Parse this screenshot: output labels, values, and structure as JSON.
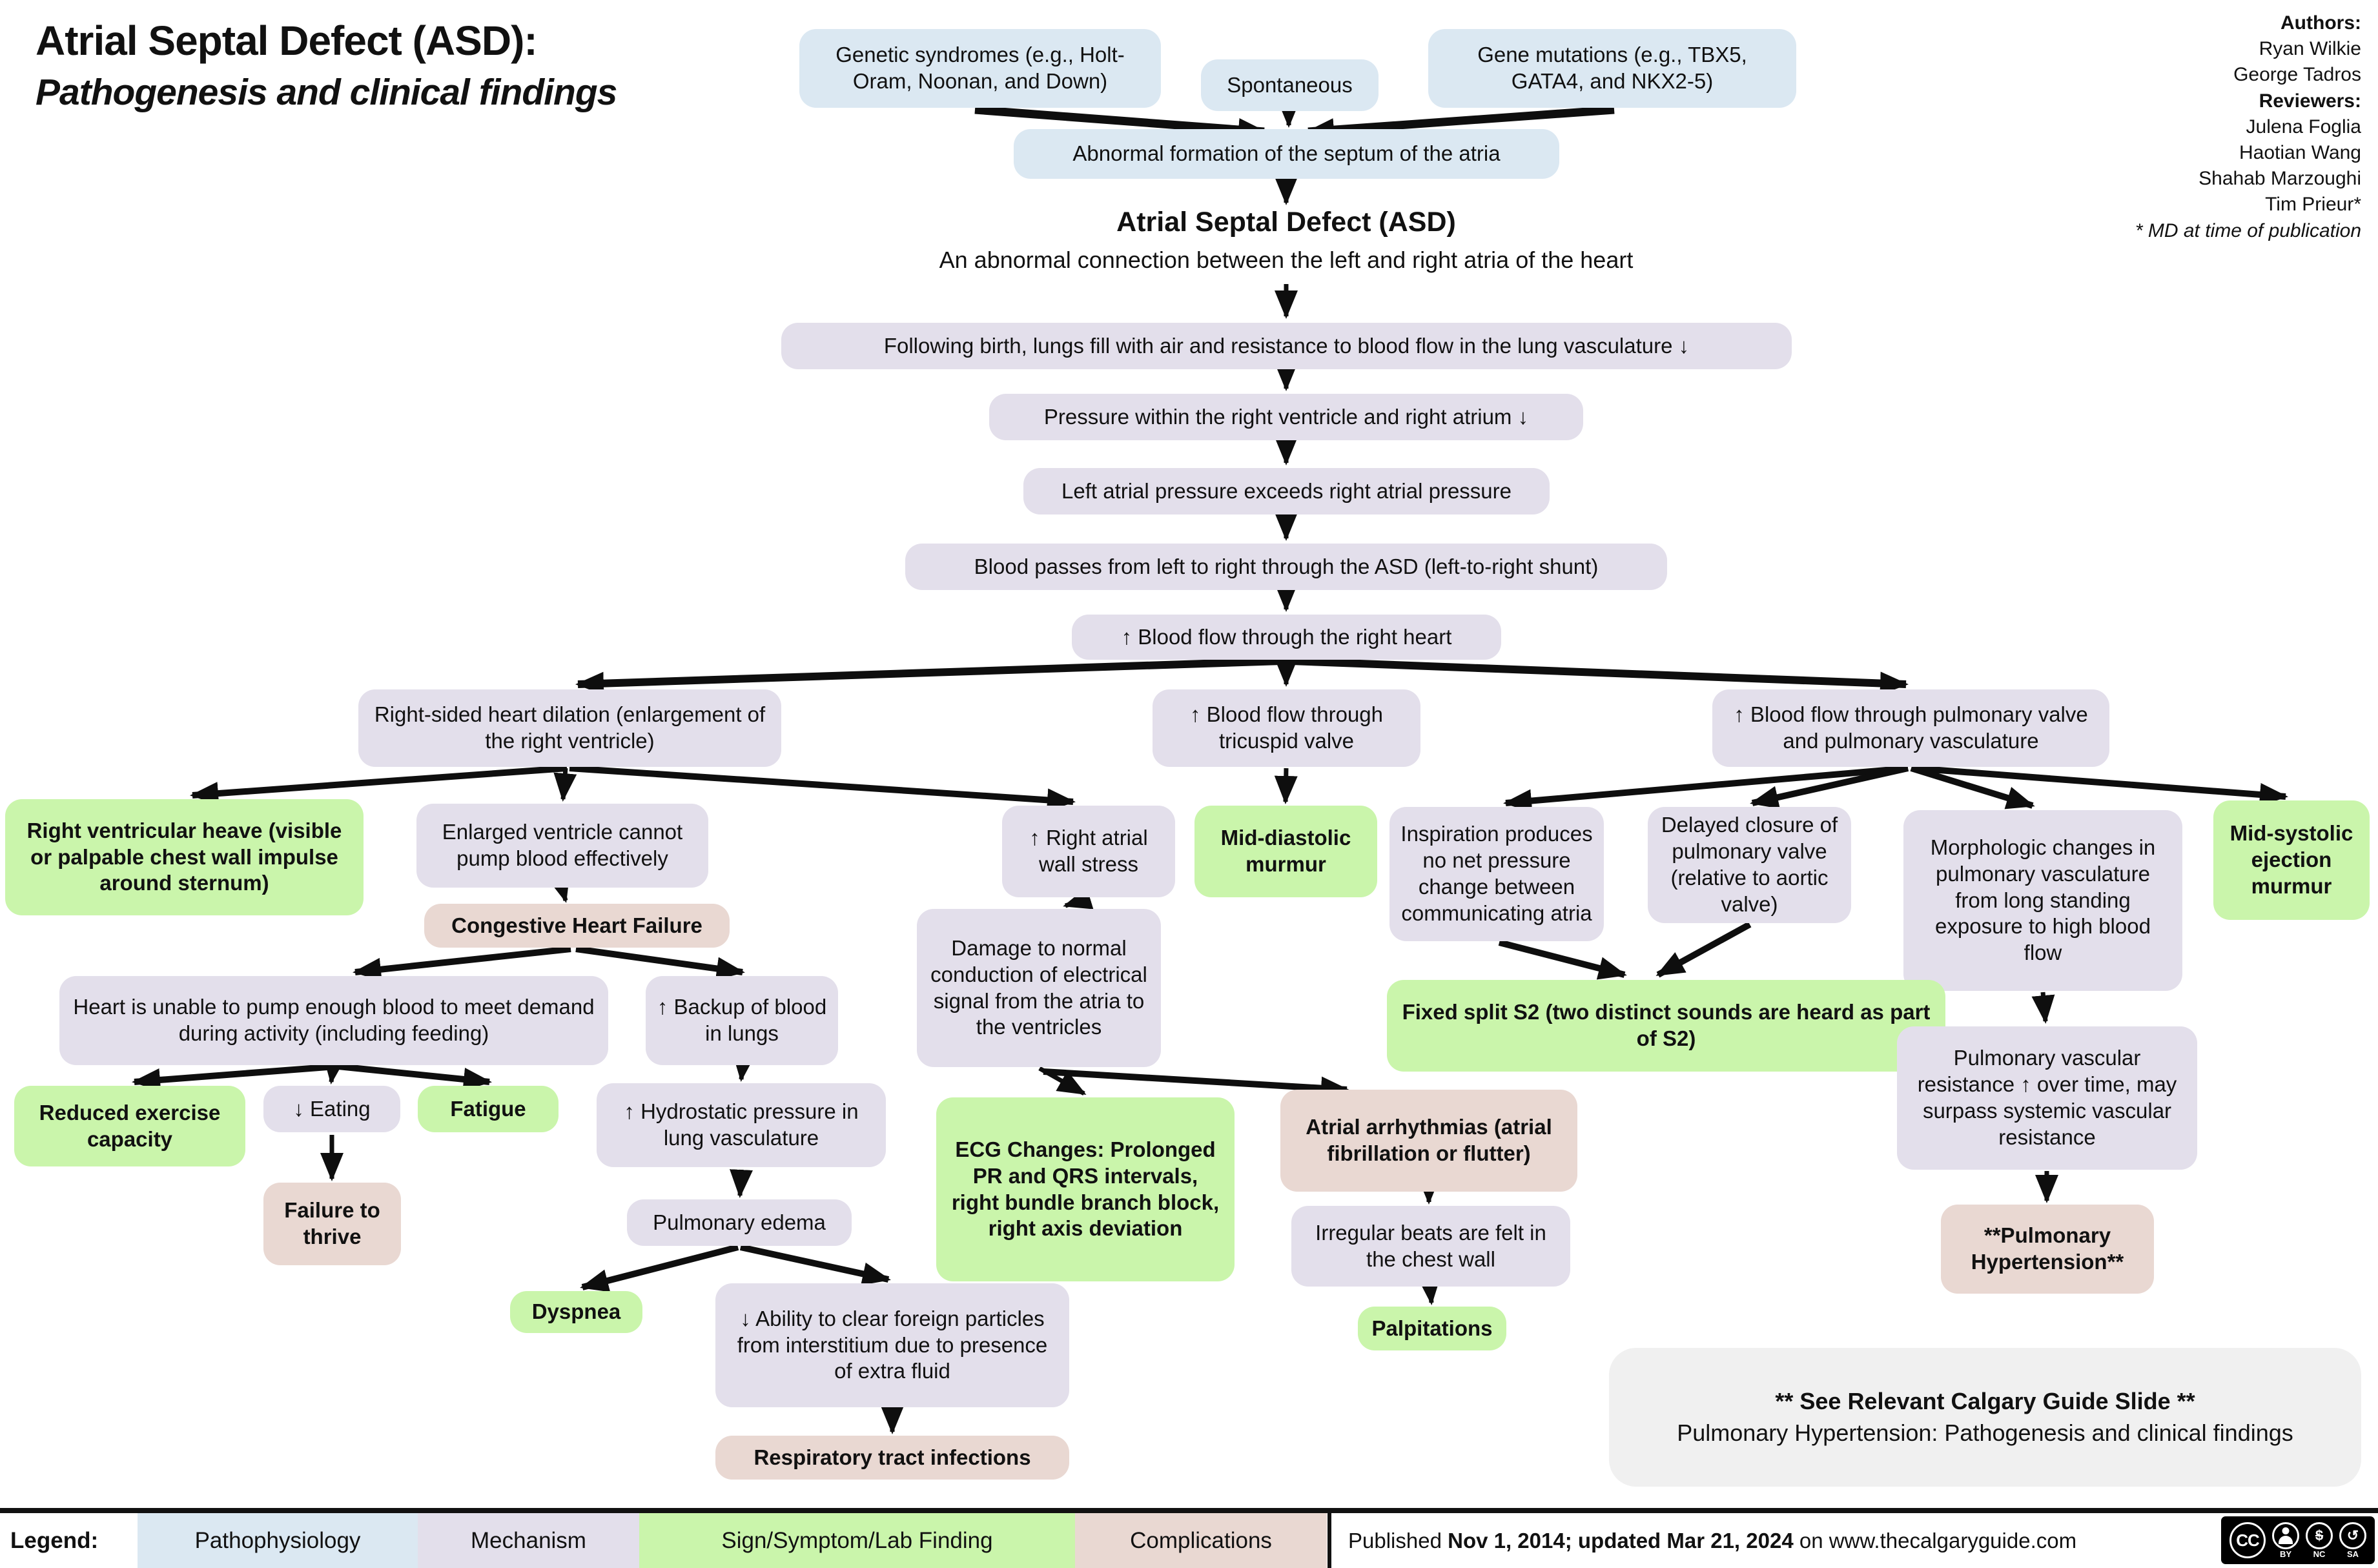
{
  "title": {
    "line1": "Atrial Septal Defect (ASD):",
    "line2": "Pathogenesis and clinical findings"
  },
  "credits": {
    "authors_label": "Authors:",
    "authors": [
      "Ryan Wilkie",
      "George Tadros"
    ],
    "reviewers_label": "Reviewers:",
    "reviewers": [
      "Julena Foglia",
      "Haotian Wang",
      "Shahab Marzoughi",
      "Tim Prieur*"
    ],
    "footnote": "* MD at time of publication"
  },
  "nodes": {
    "genetic_syndromes": "Genetic syndromes (e.g., Holt-Oram, Noonan, and Down)",
    "spontaneous": "Spontaneous",
    "gene_mutations": "Gene mutations (e.g., TBX5, GATA4, and NKX2-5)",
    "abnormal_formation": "Abnormal formation of the septum of the atria",
    "asd_heading": "Atrial Septal Defect (ASD)",
    "asd_subheading": "An abnormal connection between the left and right atria of the heart",
    "following_birth": "Following birth, lungs fill with air and resistance to blood flow in the lung vasculature ↓",
    "pressure_rv_ra": "Pressure within the right ventricle and right atrium ↓",
    "left_atrial_pressure": "Left atrial pressure exceeds right atrial pressure",
    "blood_passes": "Blood passes from left to right through the ASD (left-to-right shunt)",
    "flow_right_heart": "↑ Blood flow through the right heart",
    "right_heart_dilation": "Right-sided heart dilation (enlargement of the right ventricle)",
    "tricuspid_flow": "↑ Blood flow through tricuspid valve",
    "pulmonary_flow": "↑ Blood flow through pulmonary valve and pulmonary vasculature",
    "rv_heave": "Right ventricular heave (visible or palpable chest wall impulse around sternum)",
    "enlarged_ventricle": "Enlarged ventricle cannot pump blood effectively",
    "right_atrial_stress": "↑ Right atrial wall stress",
    "mid_diastolic_murmur": "Mid-diastolic murmur",
    "inspiration": "Inspiration produces no net pressure change between communicating atria",
    "delayed_closure": "Delayed closure of pulmonary valve (relative to aortic valve)",
    "morphologic_changes": "Morphologic changes in pulmonary vasculature from long standing exposure to high blood flow",
    "mid_systolic_murmur": "Mid-systolic ejection murmur",
    "chf": "Congestive Heart Failure",
    "damage_conduction": "Damage to normal conduction of electrical signal from the atria to the ventricles",
    "fixed_split_s2": "Fixed split S2 (two distinct sounds are heard as part of S2)",
    "heart_unable": "Heart is unable to pump enough blood to meet demand during activity (including feeding)",
    "backup_lungs": "↑ Backup of blood in lungs",
    "reduced_exercise": "Reduced exercise capacity",
    "eating": "↓ Eating",
    "fatigue": "Fatigue",
    "hydrostatic": "↑ Hydrostatic pressure in lung vasculature",
    "failure_thrive": "Failure to thrive",
    "pulmonary_edema": "Pulmonary edema",
    "dyspnea": "Dyspnea",
    "clear_particles": "↓ Ability to clear foreign particles from interstitium due to presence of extra fluid",
    "resp_infections": "Respiratory tract infections",
    "ecg_changes": "ECG Changes: Prolonged PR and QRS intervals, right bundle branch block, right axis deviation",
    "atrial_arrhythmias": "Atrial arrhythmias (atrial fibrillation or flutter)",
    "irregular_beats": "Irregular beats are felt in the chest wall",
    "palpitations": "Palpitations",
    "pvr_increase": "Pulmonary vascular resistance ↑ over time, may surpass systemic vascular resistance",
    "pulm_htn": "**Pulmonary Hypertension**"
  },
  "note_box": {
    "line1": "** See Relevant Calgary Guide Slide **",
    "line2": "Pulmonary Hypertension: Pathogenesis and clinical findings"
  },
  "legend": {
    "label": "Legend:",
    "items": [
      {
        "label": "Pathophysiology",
        "color": "#dbe8f2"
      },
      {
        "label": "Mechanism",
        "color": "#e3dfeb"
      },
      {
        "label": "Sign/Symptom/Lab Finding",
        "color": "#caf5ab"
      },
      {
        "label": "Complications",
        "color": "#e9d8d2"
      }
    ]
  },
  "footer": {
    "published_prefix": "Published ",
    "published_dates": "Nov 1, 2014; updated Mar 21, 2024",
    "published_suffix": " on www.thecalgaryguide.com",
    "license": {
      "cc": "CC",
      "by": "BY",
      "nc": "NC",
      "sa": "SA",
      "nc_glyph": "$",
      "sa_glyph": "↺"
    }
  },
  "colors": {
    "pathophysiology": "#dbe8f2",
    "mechanism": "#e3dfeb",
    "sign_symptom": "#caf5ab",
    "complication": "#e9d8d2",
    "note": "#f0f0f0",
    "arrow": "#0e0e0e"
  }
}
